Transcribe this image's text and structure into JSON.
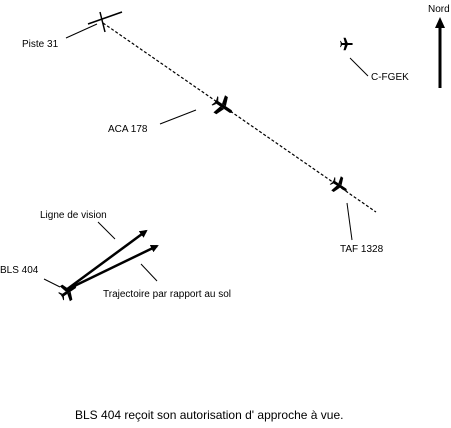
{
  "labels": {
    "north": "Nord",
    "runway": "Piste 31",
    "aircraft_aca": "ACA 178",
    "aircraft_cfgek": "C-FGEK",
    "aircraft_taf": "TAF 1328",
    "aircraft_bls": "BLS 404",
    "line_of_sight": "Ligne de vision",
    "ground_track": "Trajectoire par rapport au sol"
  },
  "caption": "BLS 404 reçoit son autorisation d' approche à vue.",
  "colors": {
    "ink": "#000000",
    "background": "#ffffff"
  }
}
